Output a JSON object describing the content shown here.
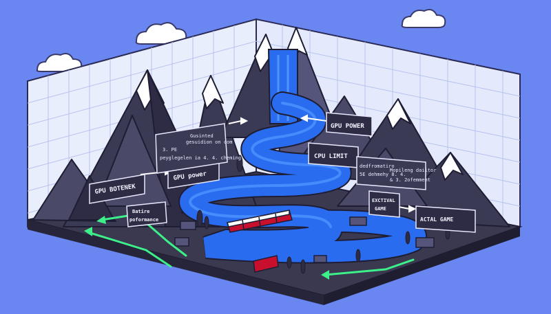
{
  "signs": {
    "gpu_botenek": "GPU BOTENEK",
    "gpu_power_left": "GPU power",
    "gpu_power_right": "GPU POWER",
    "cpu_limit": "CPU LIMIT",
    "batire_line1": "Batire",
    "batire_line2": "poformance",
    "exctival_line1": "EXCTIVAL",
    "exctival_line2": "GAME",
    "actal_game": "ACTAL GAME",
    "note_left_1": "Gusinted",
    "note_left_2": "gesuidion on com",
    "note_left_3": "3. PE",
    "note_left_4": "peyglegelen ia 4. 4. cheming",
    "note_right_1": "dedfromatiro",
    "note_right_2": "5E dehmehy 8. 4.",
    "note_right_3": "Mopileng daiitor",
    "note_right_4": "& 3. 2ofemment"
  },
  "colors": {
    "sky": "#6a86f0",
    "mountain_dark": "#3b3a55",
    "mountain_mid": "#55547a",
    "snow": "#ffffff",
    "river": "#2a6cf0",
    "river_light": "#4f95ff",
    "ground": "#3a3950",
    "arrow_green": "#3df08a",
    "train": "#c8102e"
  }
}
